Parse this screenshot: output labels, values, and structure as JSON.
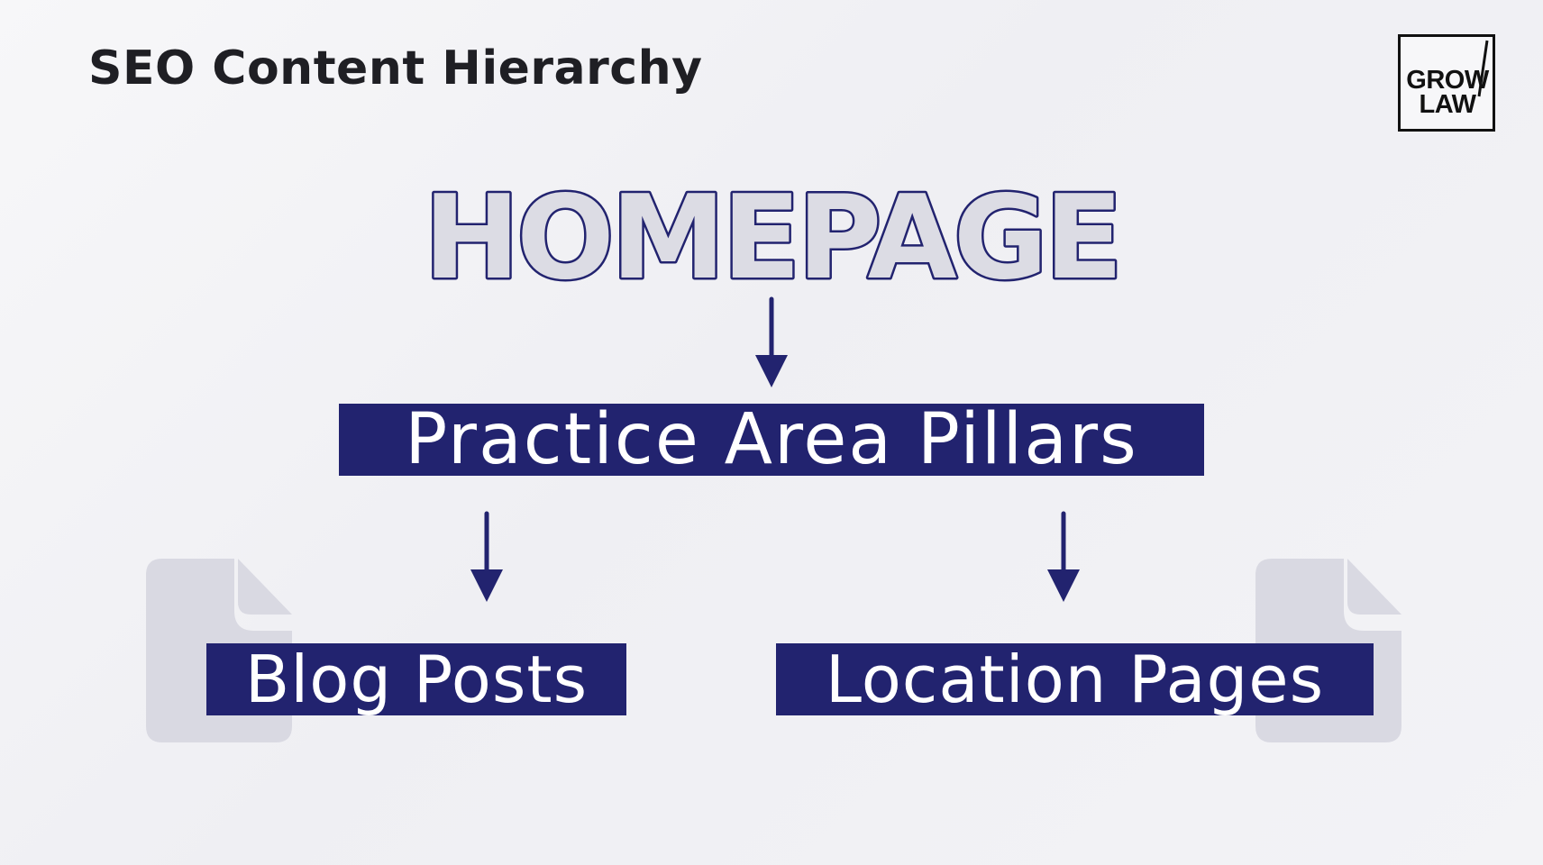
{
  "header": {
    "title": "SEO Content Hierarchy"
  },
  "logo": {
    "line1": "GROW",
    "line2": "LAW"
  },
  "hierarchy": {
    "root": "HOMEPAGE",
    "level2": "Practice Area Pillars",
    "level3": [
      {
        "label": "Blog Posts"
      },
      {
        "label": "Location Pages"
      }
    ]
  },
  "colors": {
    "navy": "#22236f",
    "homepage_fill": "#dcdce4",
    "background": "#f3f3f6",
    "title_text": "#1f1f24",
    "doc_icon": "#d9d9e2"
  },
  "icons": [
    "document-icon",
    "arrow-down-icon"
  ]
}
